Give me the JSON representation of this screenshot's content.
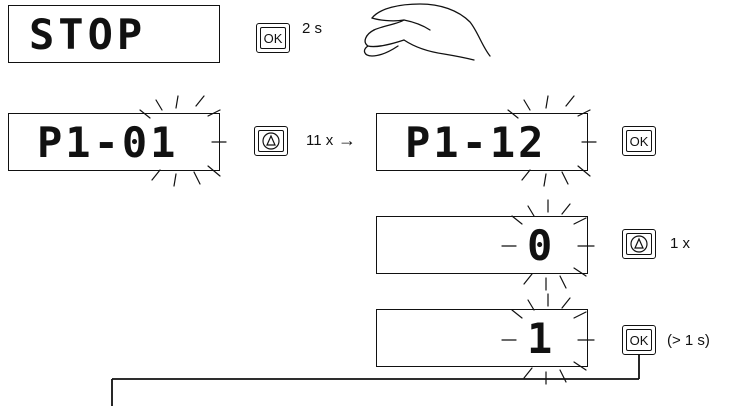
{
  "step1": {
    "display": "STOP",
    "button": "OK",
    "note": "2 s"
  },
  "step2": {
    "display_start": "P1-01",
    "up_note": "11 x",
    "arrow": "→",
    "display_end": "P1-12",
    "button": "OK"
  },
  "step3": {
    "display": "0",
    "note": "1 x"
  },
  "step4": {
    "display": "1",
    "button": "OK",
    "note": "(> 1 s)"
  }
}
